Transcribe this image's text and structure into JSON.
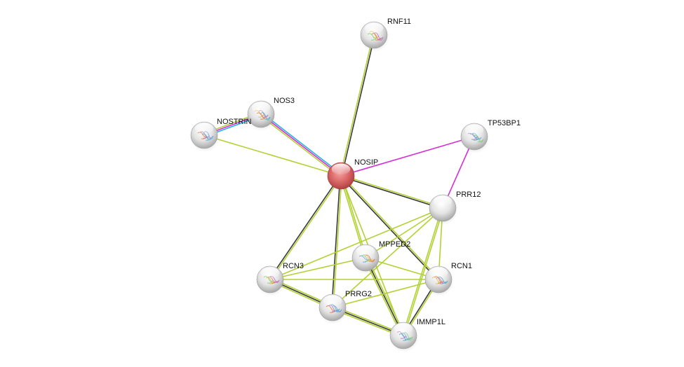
{
  "network": {
    "type": "protein-interaction-network",
    "center_node": "NOSIP",
    "edge_colors": {
      "textmining": "#b2d234",
      "coexpression": "#3a3a3a",
      "experiments": "#d62ed6",
      "databases": "#22b4e0"
    },
    "nodes": [
      {
        "id": "NOSIP",
        "label": "NOSIP",
        "color": "#d95f5f",
        "query": true,
        "structure": false
      },
      {
        "id": "RNF11",
        "label": "RNF11",
        "color": "#e8e8e8",
        "query": false,
        "structure": true
      },
      {
        "id": "NOS3",
        "label": "NOS3",
        "color": "#e8e8e8",
        "query": false,
        "structure": true
      },
      {
        "id": "NOSTRIN",
        "label": "NOSTRIN",
        "color": "#e8e8e8",
        "query": false,
        "structure": true
      },
      {
        "id": "TP53BP1",
        "label": "TP53BP1",
        "color": "#e8e8e8",
        "query": false,
        "structure": true
      },
      {
        "id": "PRR12",
        "label": "PRR12",
        "color": "#e8e8e8",
        "query": false,
        "structure": false
      },
      {
        "id": "MPPED2",
        "label": "MPPED2",
        "color": "#e8e8e8",
        "query": false,
        "structure": true
      },
      {
        "id": "RCN3",
        "label": "RCN3",
        "color": "#e8e8e8",
        "query": false,
        "structure": true
      },
      {
        "id": "RCN1",
        "label": "RCN1",
        "color": "#e8e8e8",
        "query": false,
        "structure": true
      },
      {
        "id": "PRRG2",
        "label": "PRRG2",
        "color": "#e8e8e8",
        "query": false,
        "structure": true
      },
      {
        "id": "IMMP1L",
        "label": "IMMP1L",
        "color": "#e8e8e8",
        "query": false,
        "structure": true
      }
    ],
    "edges": [
      {
        "source": "NOSIP",
        "target": "RNF11",
        "types": [
          "textmining",
          "coexpression"
        ]
      },
      {
        "source": "NOSIP",
        "target": "NOS3",
        "types": [
          "textmining",
          "experiments",
          "databases"
        ]
      },
      {
        "source": "NOSIP",
        "target": "NOSTRIN",
        "types": [
          "textmining"
        ]
      },
      {
        "source": "NOSTRIN",
        "target": "NOS3",
        "types": [
          "textmining",
          "experiments",
          "databases"
        ]
      },
      {
        "source": "NOSIP",
        "target": "TP53BP1",
        "types": [
          "experiments"
        ]
      },
      {
        "source": "TP53BP1",
        "target": "PRR12",
        "types": [
          "experiments"
        ]
      },
      {
        "source": "NOSIP",
        "target": "PRR12",
        "types": [
          "textmining",
          "coexpression"
        ]
      },
      {
        "source": "NOSIP",
        "target": "RCN3",
        "types": [
          "textmining",
          "coexpression"
        ]
      },
      {
        "source": "NOSIP",
        "target": "PRRG2",
        "types": [
          "textmining",
          "coexpression"
        ]
      },
      {
        "source": "NOSIP",
        "target": "MPPED2",
        "types": [
          "textmining",
          "textmining"
        ]
      },
      {
        "source": "NOSIP",
        "target": "IMMP1L",
        "types": [
          "textmining"
        ]
      },
      {
        "source": "NOSIP",
        "target": "RCN1",
        "types": [
          "textmining",
          "coexpression"
        ]
      },
      {
        "source": "PRR12",
        "target": "RCN3",
        "types": [
          "textmining"
        ]
      },
      {
        "source": "PRR12",
        "target": "MPPED2",
        "types": [
          "textmining"
        ]
      },
      {
        "source": "PRR12",
        "target": "PRRG2",
        "types": [
          "textmining"
        ]
      },
      {
        "source": "PRR12",
        "target": "RCN1",
        "types": [
          "textmining"
        ]
      },
      {
        "source": "PRR12",
        "target": "IMMP1L",
        "types": [
          "textmining",
          "textmining"
        ]
      },
      {
        "source": "MPPED2",
        "target": "RCN3",
        "types": [
          "textmining"
        ]
      },
      {
        "source": "MPPED2",
        "target": "RCN1",
        "types": [
          "textmining"
        ]
      },
      {
        "source": "MPPED2",
        "target": "IMMP1L",
        "types": [
          "textmining",
          "coexpression",
          "textmining"
        ]
      },
      {
        "source": "RCN3",
        "target": "PRRG2",
        "types": [
          "textmining",
          "coexpression",
          "textmining"
        ]
      },
      {
        "source": "RCN3",
        "target": "RCN1",
        "types": [
          "textmining"
        ]
      },
      {
        "source": "PRRG2",
        "target": "RCN1",
        "types": [
          "textmining"
        ]
      },
      {
        "source": "PRRG2",
        "target": "IMMP1L",
        "types": [
          "textmining",
          "coexpression",
          "textmining"
        ]
      },
      {
        "source": "RCN1",
        "target": "IMMP1L",
        "types": [
          "textmining",
          "coexpression"
        ]
      }
    ]
  }
}
